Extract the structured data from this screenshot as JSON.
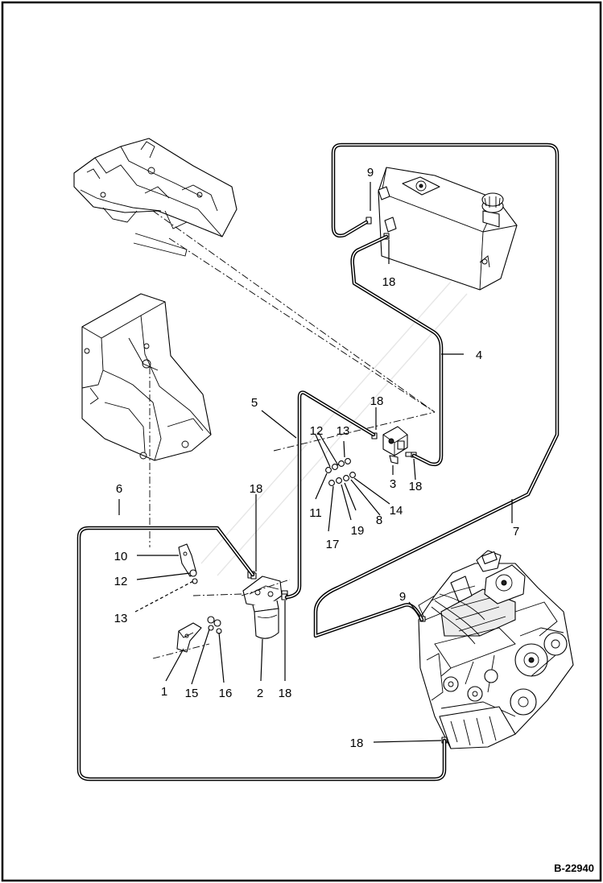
{
  "figure_number": "B-22940",
  "callouts": {
    "c1": "1",
    "c2": "2",
    "c3": "3",
    "c4": "4",
    "c5": "5",
    "c6": "6",
    "c7": "7",
    "c8": "8",
    "c9a": "9",
    "c9b": "9",
    "c10": "10",
    "c11": "11",
    "c12a": "12",
    "c12b": "12",
    "c13a": "13",
    "c13b": "13",
    "c14": "14",
    "c15": "15",
    "c16": "16",
    "c17": "17",
    "c18a": "18",
    "c18b": "18",
    "c18c": "18",
    "c18d": "18",
    "c18e": "18",
    "c18f": "18",
    "c19": "19"
  },
  "colors": {
    "ink": "#000000",
    "paper": "#ffffff",
    "watermark": "#e6e6e6"
  }
}
